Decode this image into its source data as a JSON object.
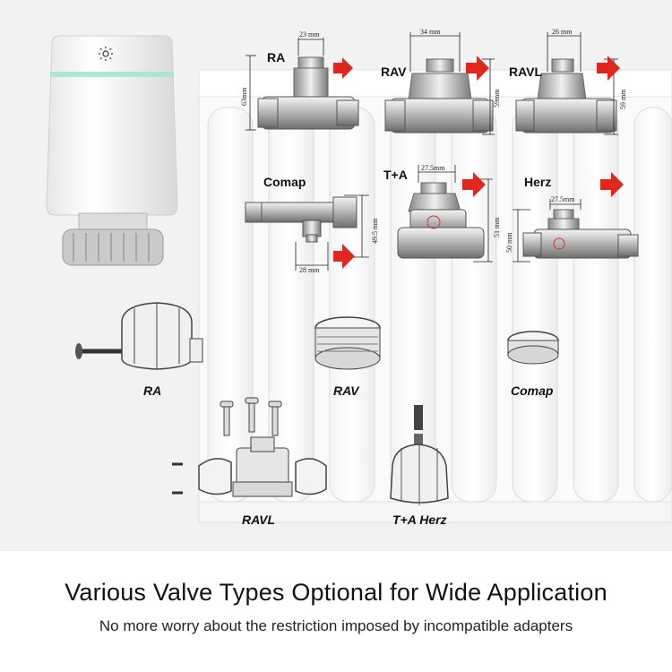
{
  "headline": {
    "title": "Various Valve Types Optional for Wide Application",
    "subtitle": "No more worry about the restriction imposed by incompatible adapters"
  },
  "valves": [
    {
      "label": "RA",
      "width_dim": "23 mm",
      "height_dim": "63mm"
    },
    {
      "label": "RAV",
      "width_dim": "34 mm",
      "height_dim": "59mm"
    },
    {
      "label": "RAVL",
      "width_dim": "26 mm",
      "height_dim": "59 mm"
    },
    {
      "label": "Comap",
      "width_dim": "28 mm",
      "height_dim": "49.5 mm"
    },
    {
      "label": "T+A",
      "width_dim": "27.5mm",
      "height_dim": "51 mm"
    },
    {
      "label": "Herz",
      "width_dim": "27.5mm",
      "height_dim": "50 mm"
    }
  ],
  "adapters": [
    {
      "label": "RA"
    },
    {
      "label": "RAV"
    },
    {
      "label": "Comap"
    },
    {
      "label": "RAVL"
    },
    {
      "label": "T+A Herz"
    }
  ],
  "icons": {
    "sun": "sun-icon",
    "arrow": "arrow-right-icon"
  },
  "colors": {
    "arrow_red": "#e0271f",
    "indicator_green": "#7fe0c4",
    "background": "#f2f2f2"
  }
}
